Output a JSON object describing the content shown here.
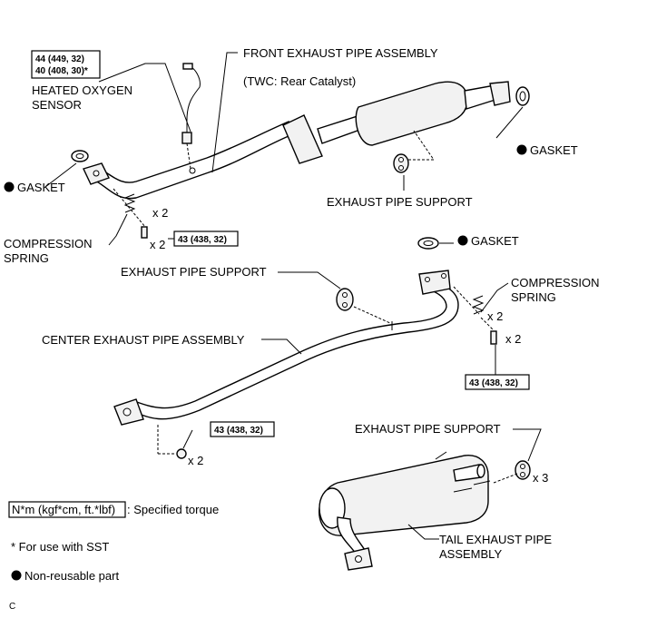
{
  "labels": {
    "front_exhaust_pipe_assembly": "FRONT EXHAUST PIPE ASSEMBLY",
    "twc_rear_catalyst": "(TWC: Rear Catalyst)",
    "heated_oxygen_sensor_line1": "HEATED OXYGEN",
    "heated_oxygen_sensor_line2": "SENSOR",
    "gasket_front_left": "GASKET",
    "gasket_front_right": "GASKET",
    "gasket_center": "GASKET",
    "exhaust_pipe_support_front": "EXHAUST PIPE SUPPORT",
    "exhaust_pipe_support_center": "EXHAUST PIPE SUPPORT",
    "exhaust_pipe_support_tail": "EXHAUST PIPE SUPPORT",
    "compression_spring_left_line1": "COMPRESSION",
    "compression_spring_left_line2": "SPRING",
    "compression_spring_right_line1": "COMPRESSION",
    "compression_spring_right_line2": "SPRING",
    "center_exhaust_pipe_assembly": "CENTER EXHAUST PIPE ASSEMBLY",
    "tail_exhaust_pipe_assembly_line1": "TAIL EXHAUST PIPE",
    "tail_exhaust_pipe_assembly_line2": "ASSEMBLY"
  },
  "torques": {
    "oxygen_sensor_line1": "44 (449, 32)",
    "oxygen_sensor_line2": "40 (408, 30)*",
    "front_bolts": "43 (438, 32)",
    "center_bolts": "43 (438, 32)",
    "center_nuts": "43 (438, 32)"
  },
  "quantities": {
    "front_spring": "x 2",
    "front_bolt": "x 2",
    "center_spring": "x 2",
    "center_bolt": "x 2",
    "center_nut": "x 2",
    "tail_support": "x 3"
  },
  "legend": {
    "torque_box": "N*m (kgf*cm, ft.*lbf)",
    "torque_desc": ": Specified torque",
    "sst_note": "* For use with SST",
    "non_reusable": "Non-reusable part"
  },
  "figure_code": "C"
}
